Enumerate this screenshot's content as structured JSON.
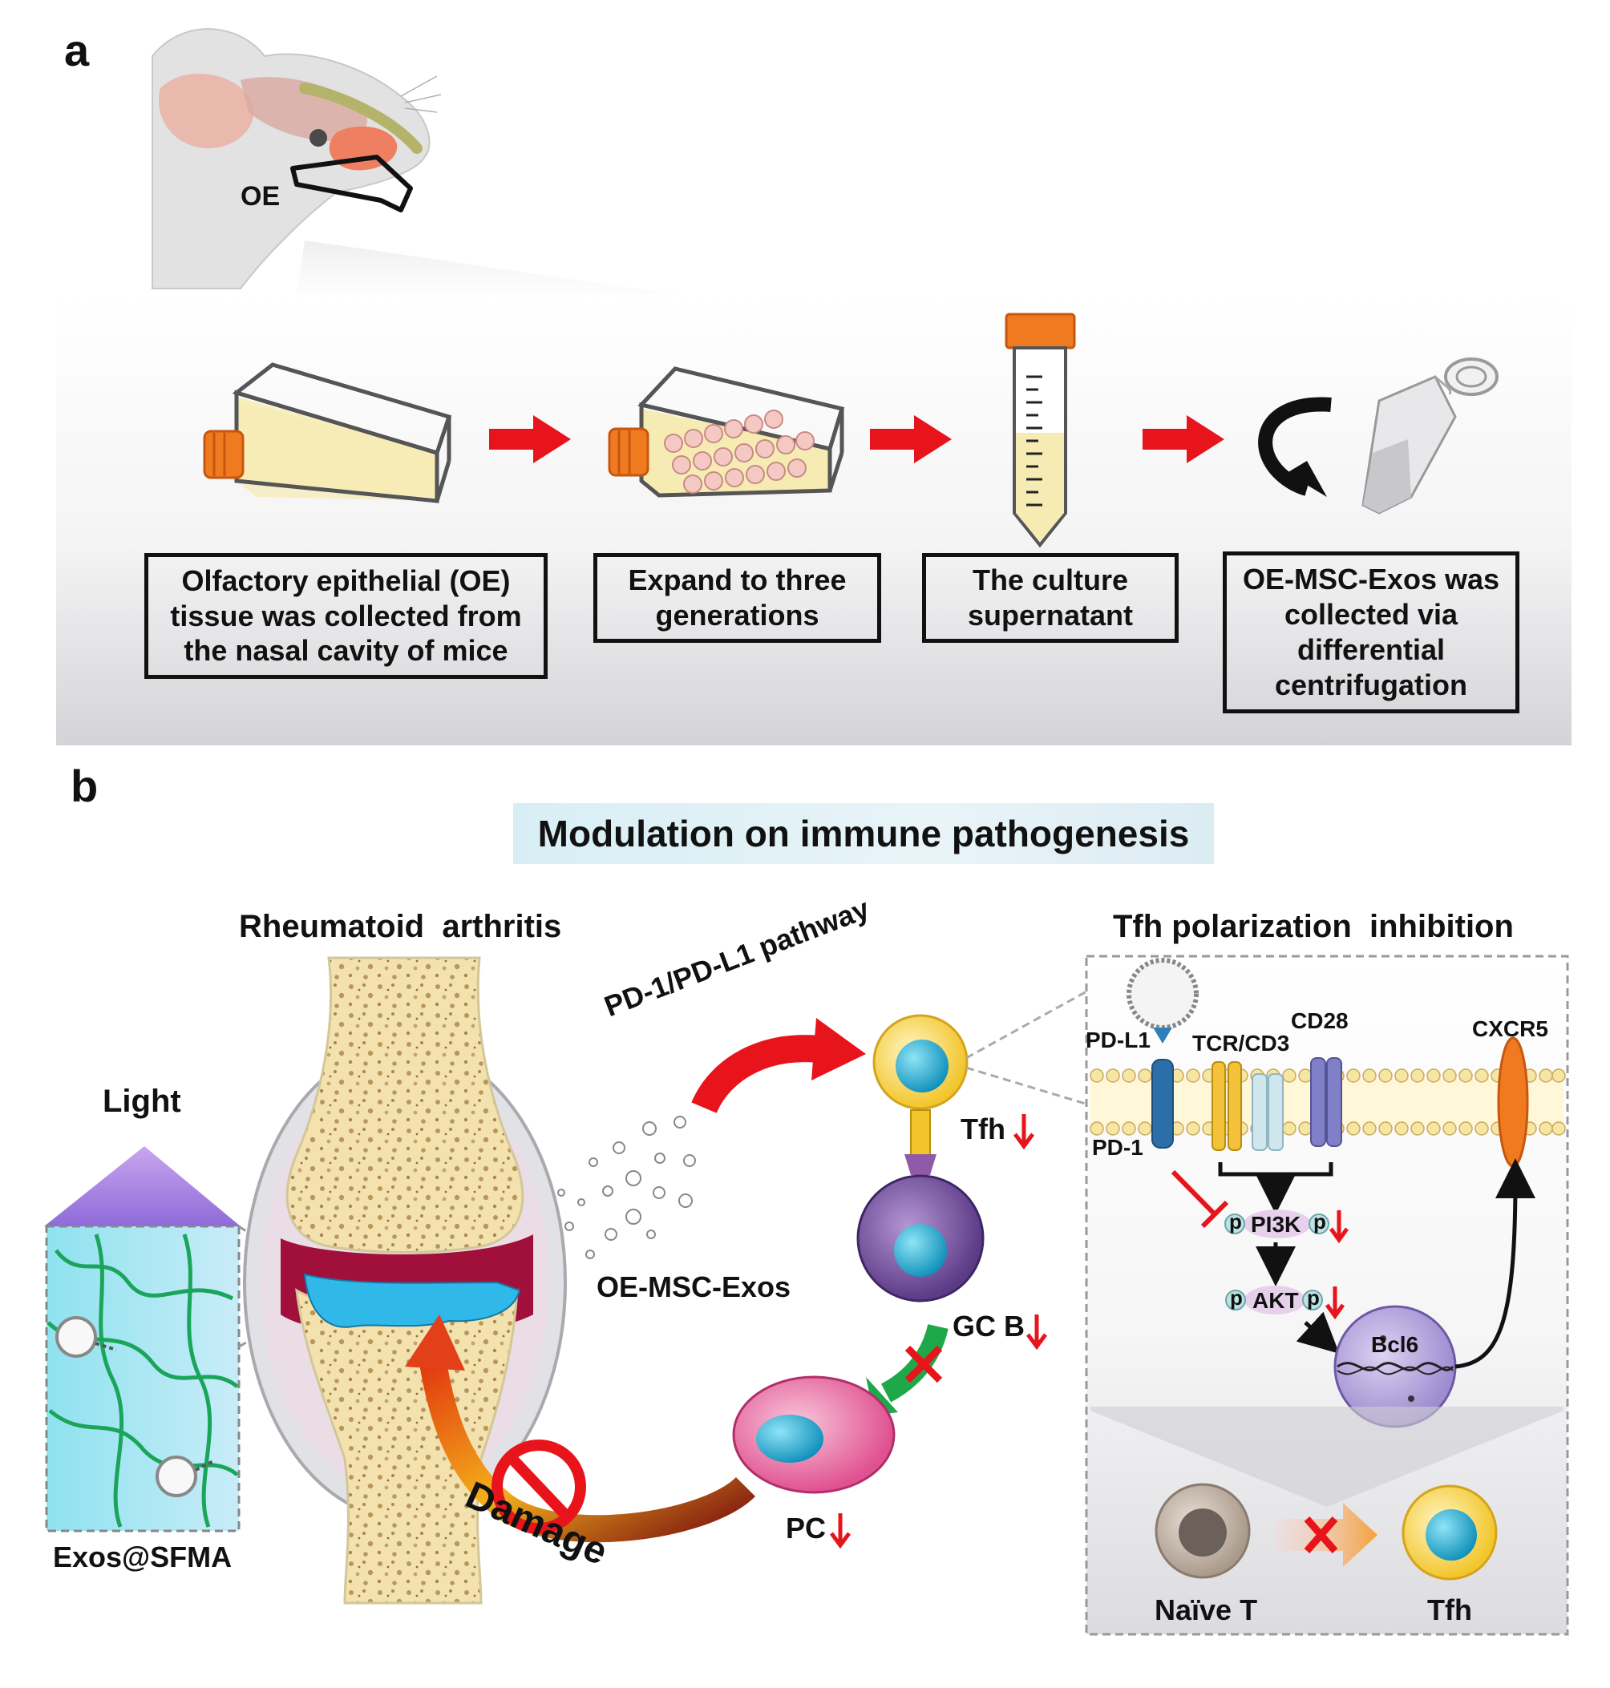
{
  "panel_a": {
    "letter": "a",
    "mouse_label": "OE",
    "steps": [
      "Olfactory epithelial (OE) tissue was collected from the nasal cavity of mice",
      "Expand to three generations",
      "The culture supernatant",
      "OE-MSC-Exos was collected via differential centrifugation"
    ]
  },
  "panel_b": {
    "letter": "b",
    "title": "Modulation on immune pathogenesis",
    "ra_heading": "Rheumatoid  arthritis",
    "light_label": "Light",
    "hydrogel_label": "Exos@SFMA",
    "exos_label": "OE-MSC-Exos",
    "pathway_label": "PD-1/PD-L1 pathway",
    "damage_label": "Damage",
    "cells": {
      "tfh": "Tfh",
      "gcb": "GC B",
      "pc": "PC"
    },
    "inset": {
      "heading": "Tfh polarization  inhibition",
      "pdl1": "PD-L1",
      "pd1": "PD-1",
      "tcr": "TCR/CD3",
      "cd28": "CD28",
      "cxcr5": "CXCR5",
      "pi3k": "PI3K",
      "akt": "AKT",
      "p": "p",
      "bcl6": "Bcl6",
      "naive": "Naïve T",
      "tfh": "Tfh"
    },
    "colors": {
      "arrow_red": "#e8141b",
      "bone": "#f3e3b0",
      "cartilage_blue": "#2fb8e8",
      "synovium": "#a0103a",
      "hydrogel": "#8fd9ec",
      "green_arrow": "#1fa84a"
    }
  }
}
